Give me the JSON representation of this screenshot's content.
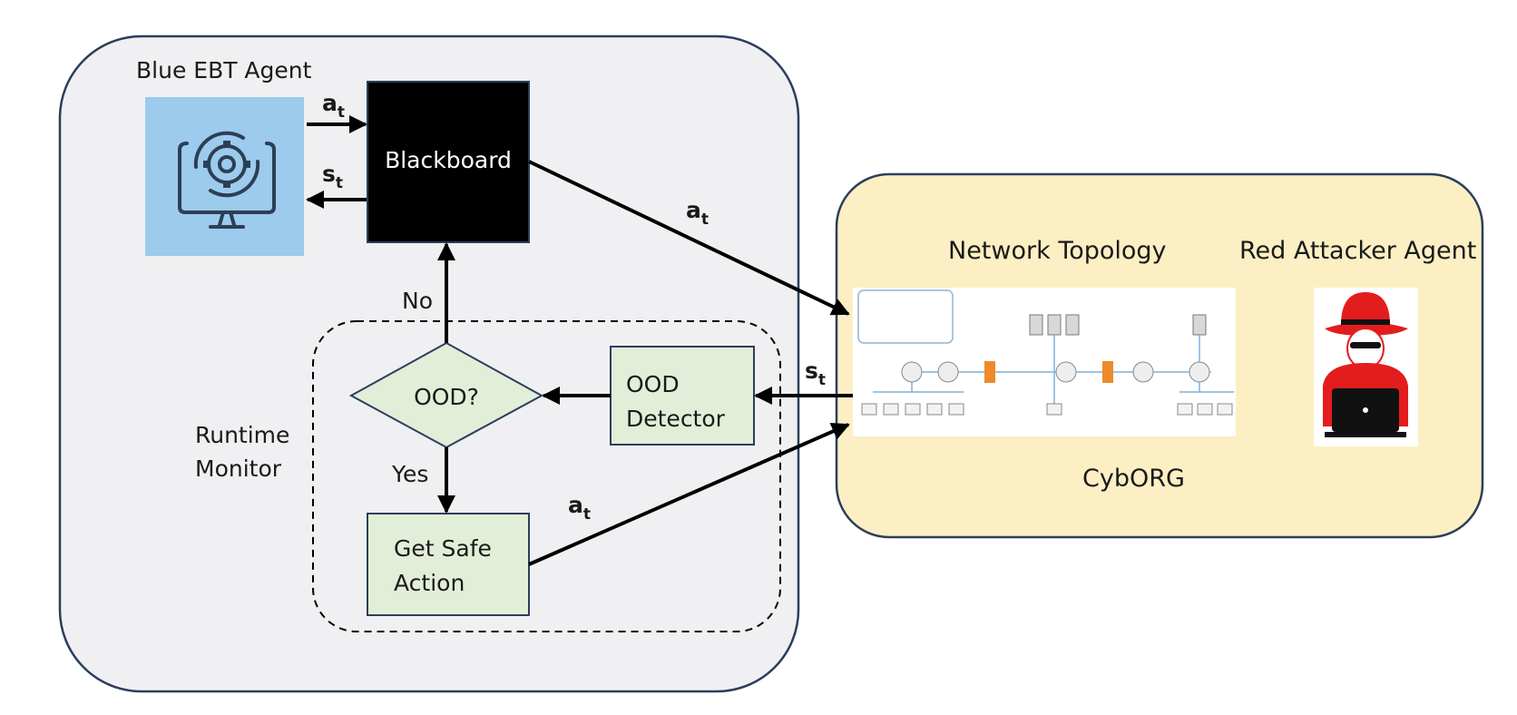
{
  "blue_agent": {
    "title": "Blue EBT Agent",
    "icon": "computer-settings-icon",
    "blackboard": "Blackboard",
    "action_symbol": "a",
    "state_symbol": "s",
    "subscript": "t"
  },
  "runtime_monitor": {
    "label_line1": "Runtime",
    "label_line2": "Monitor",
    "decision": "OOD?",
    "no_label": "No",
    "yes_label": "Yes",
    "detector_line1": "OOD",
    "detector_line2": "Detector",
    "safe_line1": "Get Safe",
    "safe_line2": "Action"
  },
  "cyborg": {
    "name": "CybORG",
    "topology_title": "Network Topology",
    "red_title": "Red Attacker Agent",
    "topology_icon": "network-topology-icon",
    "red_icon": "hacker-icon"
  },
  "colors": {
    "blue_panel": "#f0f0f2",
    "cyborg_panel": "#fcefc4",
    "agent_icon_bg": "#9ccbee",
    "box_green": "#e3eed8",
    "attacker_red": "#e31d1d"
  }
}
